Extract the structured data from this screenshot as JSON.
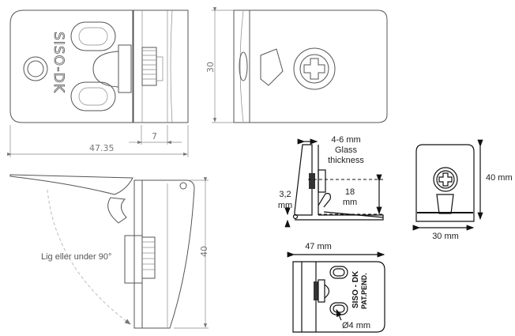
{
  "top_views": {
    "logo_text": "SISO-DK",
    "dim_total_length": "47.35",
    "dim_clamp_width": "7",
    "dim_height": "30"
  },
  "side_view_large": {
    "angle_note": "Lig eller under 90°",
    "dim_height": "40"
  },
  "section_view": {
    "glass_dim": "4-6 mm",
    "glass_label_1": "Glass",
    "glass_label_2": "thickness",
    "base_dim_value": "3,2",
    "base_dim_unit": "mm",
    "screw_dim_value": "18",
    "screw_dim_unit": "mm"
  },
  "front_view_small": {
    "dim_height": "40 mm",
    "dim_width": "30 mm"
  },
  "bottom_view_small": {
    "dim_length": "47 mm",
    "logo_text": "SISO - DK",
    "patent_text": "PAT.PEND.",
    "hole_dim": "Ø4 mm"
  }
}
